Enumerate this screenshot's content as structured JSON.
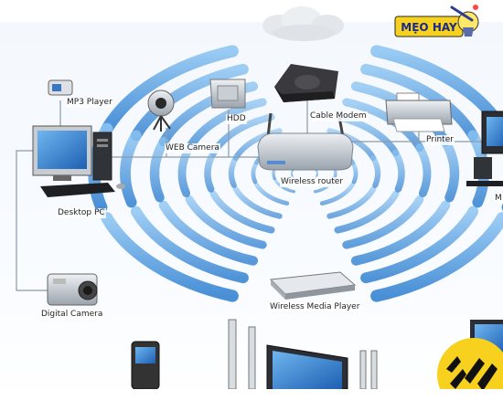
{
  "logo": {
    "text": "MEO HAY",
    "display_text": "MẸO HAY"
  },
  "labels": {
    "mp3_player": "MP3 Player",
    "web_camera": "WEB Camera",
    "hdd": "HDD",
    "cable_modem": "Cable Modem",
    "printer": "Printer",
    "desktop_pc": "Desktop PC",
    "wireless_router": "Wireless router",
    "digital_camera": "Digital Camera",
    "wireless_media_player": "Wireless Media Player",
    "cut_right_label": "M"
  },
  "colors": {
    "wave": "#3a8fdc",
    "cable": "#8a9aa8",
    "logo_bg": "#f7d11e",
    "logo_text": "#1a2a8a"
  }
}
